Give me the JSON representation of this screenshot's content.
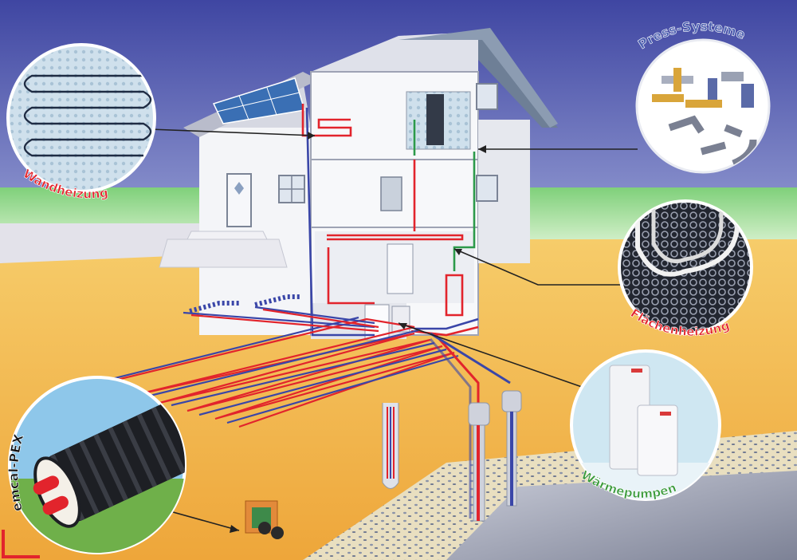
{
  "labels": {
    "wandheizung": "Wandheizung",
    "press_systeme": "Press-Systeme",
    "flaechenheizung": "Flächenheizung",
    "waermepumpen": "Wärmepumpen",
    "emcal_pex": "emcal-PEX"
  },
  "colors": {
    "sky_top": "#4a4fa8",
    "sky_bottom": "#d8dcef",
    "ground": "#f2b84a",
    "pipe_supply": "#e2242c",
    "pipe_return": "#3a46a8",
    "pipe_green": "#2c9a4a",
    "label_red": "#e2242c",
    "label_green": "#3a9a3a",
    "label_blue": "#4a5fb0"
  }
}
